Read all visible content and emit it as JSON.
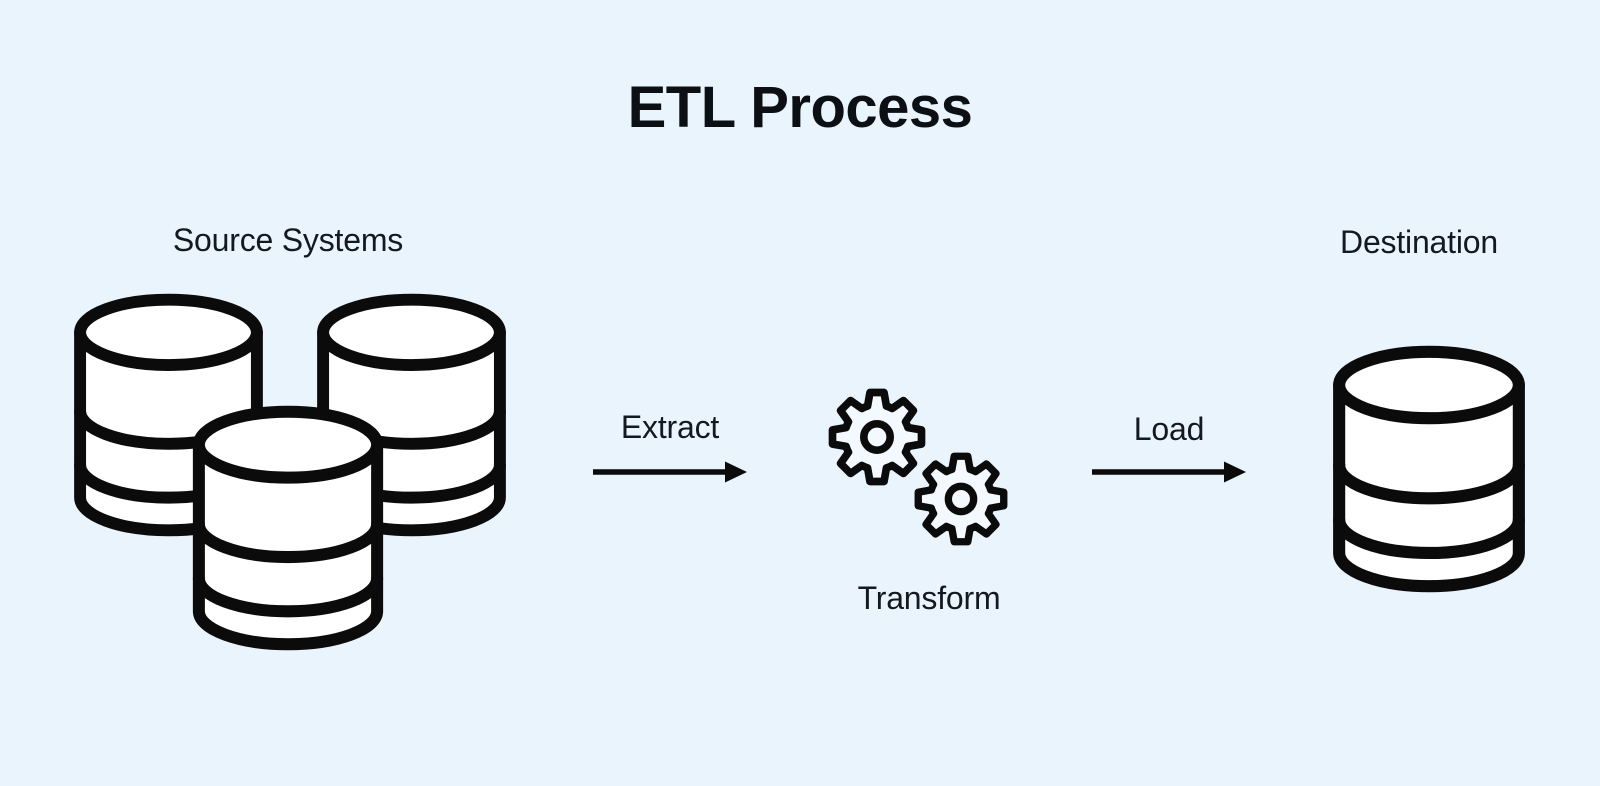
{
  "title": "ETL Process",
  "colors": {
    "background": "#e9f4fd",
    "outline": "#0b0b0c",
    "shape_fill": "#ffffff",
    "text": "#12161c"
  },
  "nodes": {
    "source": {
      "label": "Source Systems",
      "icon": "database-cluster-icon",
      "database_count": 3
    },
    "transform": {
      "label": "Transform",
      "icon": "gears-icon",
      "gear_count": 2
    },
    "destination": {
      "label": "Destination",
      "icon": "database-icon",
      "database_count": 1
    }
  },
  "flows": [
    {
      "label": "Extract",
      "from": "source",
      "to": "transform",
      "connector": "right-arrow"
    },
    {
      "label": "Load",
      "from": "transform",
      "to": "destination",
      "connector": "right-arrow"
    }
  ]
}
